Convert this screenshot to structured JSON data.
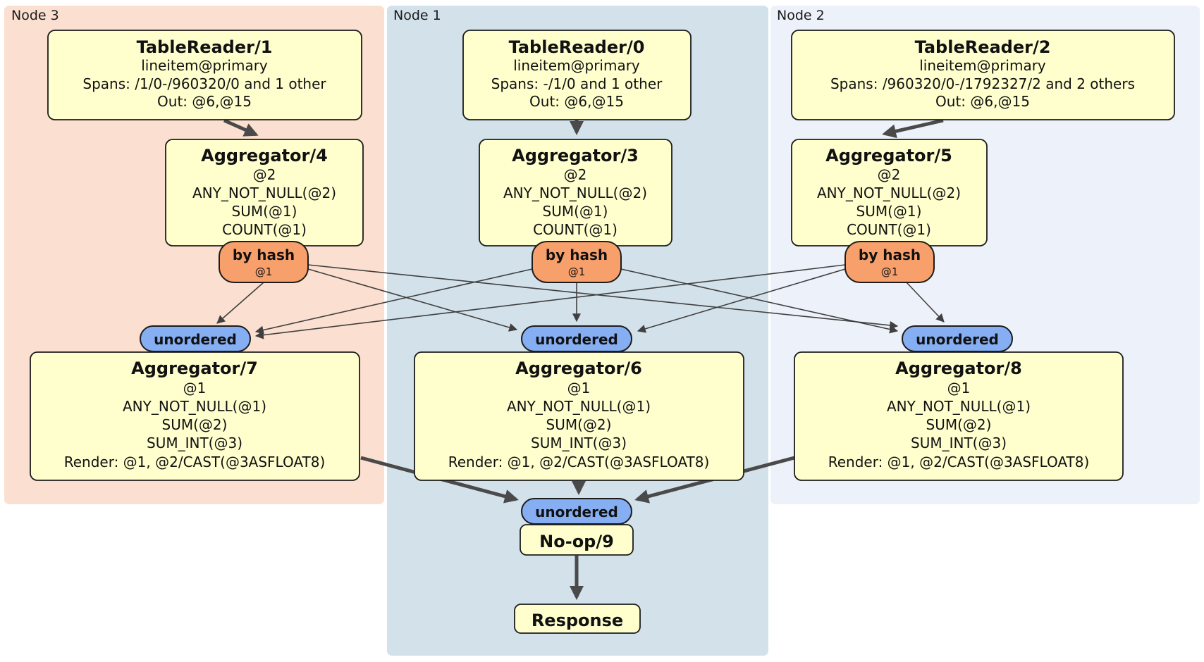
{
  "nodes": {
    "node3": {
      "label": "Node 3",
      "bg": "#fbdfd0"
    },
    "node1": {
      "label": "Node 1",
      "bg": "#d2e1ea"
    },
    "node2": {
      "label": "Node 2",
      "bg": "#edf1f9"
    }
  },
  "processors": {
    "tr1": {
      "title": "TableReader/1",
      "lines": [
        "lineitem@primary",
        "Spans: /1/0-/960320/0 and 1 other",
        "Out: @6,@15"
      ]
    },
    "tr0": {
      "title": "TableReader/0",
      "lines": [
        "lineitem@primary",
        "Spans: -/1/0 and 1 other",
        "Out: @6,@15"
      ]
    },
    "tr2": {
      "title": "TableReader/2",
      "lines": [
        "lineitem@primary",
        "Spans: /960320/0-/1792327/2 and 2 others",
        "Out: @6,@15"
      ]
    },
    "agg4": {
      "title": "Aggregator/4",
      "lines": [
        "@2",
        "ANY_NOT_NULL(@2)",
        "SUM(@1)",
        "COUNT(@1)"
      ]
    },
    "agg3": {
      "title": "Aggregator/3",
      "lines": [
        "@2",
        "ANY_NOT_NULL(@2)",
        "SUM(@1)",
        "COUNT(@1)"
      ]
    },
    "agg5": {
      "title": "Aggregator/5",
      "lines": [
        "@2",
        "ANY_NOT_NULL(@2)",
        "SUM(@1)",
        "COUNT(@1)"
      ]
    },
    "agg7": {
      "title": "Aggregator/7",
      "lines": [
        "@1",
        "ANY_NOT_NULL(@1)",
        "SUM(@2)",
        "SUM_INT(@3)",
        "Render: @1, @2/CAST(@3ASFLOAT8)"
      ]
    },
    "agg6": {
      "title": "Aggregator/6",
      "lines": [
        "@1",
        "ANY_NOT_NULL(@1)",
        "SUM(@2)",
        "SUM_INT(@3)",
        "Render: @1, @2/CAST(@3ASFLOAT8)"
      ]
    },
    "agg8": {
      "title": "Aggregator/8",
      "lines": [
        "@1",
        "ANY_NOT_NULL(@1)",
        "SUM(@2)",
        "SUM_INT(@3)",
        "Render: @1, @2/CAST(@3ASFLOAT8)"
      ]
    },
    "noop": {
      "title": "No-op/9"
    },
    "response": {
      "title": "Response"
    }
  },
  "routers": {
    "hash4": {
      "label": "by hash",
      "detail": "@1"
    },
    "hash3": {
      "label": "by hash",
      "detail": "@1"
    },
    "hash5": {
      "label": "by hash",
      "detail": "@1"
    },
    "unordered7": {
      "label": "unordered"
    },
    "unordered6": {
      "label": "unordered"
    },
    "unordered8": {
      "label": "unordered"
    },
    "unordered9": {
      "label": "unordered"
    }
  },
  "edges": [
    {
      "from": "TableReader/1",
      "to": "Aggregator/4"
    },
    {
      "from": "TableReader/0",
      "to": "Aggregator/3"
    },
    {
      "from": "TableReader/2",
      "to": "Aggregator/5"
    },
    {
      "from": "by hash @1 (Aggregator/4)",
      "to": "unordered (Aggregator/7)"
    },
    {
      "from": "by hash @1 (Aggregator/4)",
      "to": "unordered (Aggregator/6)"
    },
    {
      "from": "by hash @1 (Aggregator/4)",
      "to": "unordered (Aggregator/8)"
    },
    {
      "from": "by hash @1 (Aggregator/3)",
      "to": "unordered (Aggregator/7)"
    },
    {
      "from": "by hash @1 (Aggregator/3)",
      "to": "unordered (Aggregator/6)"
    },
    {
      "from": "by hash @1 (Aggregator/3)",
      "to": "unordered (Aggregator/8)"
    },
    {
      "from": "by hash @1 (Aggregator/5)",
      "to": "unordered (Aggregator/7)"
    },
    {
      "from": "by hash @1 (Aggregator/5)",
      "to": "unordered (Aggregator/6)"
    },
    {
      "from": "by hash @1 (Aggregator/5)",
      "to": "unordered (Aggregator/8)"
    },
    {
      "from": "Aggregator/7",
      "to": "unordered (No-op/9)"
    },
    {
      "from": "Aggregator/6",
      "to": "unordered (No-op/9)"
    },
    {
      "from": "Aggregator/8",
      "to": "unordered (No-op/9)"
    },
    {
      "from": "No-op/9",
      "to": "Response"
    }
  ],
  "colors": {
    "node3_bg": "#fbdfd0",
    "node1_bg": "#d2e1ea",
    "node2_bg": "#edf1f9",
    "box_fill": "#ffffce",
    "box_stroke": "#1c1c1c",
    "hash_fill": "#f8a06c",
    "unordered_fill": "#86aef2",
    "edge": "#4a4a4a"
  }
}
